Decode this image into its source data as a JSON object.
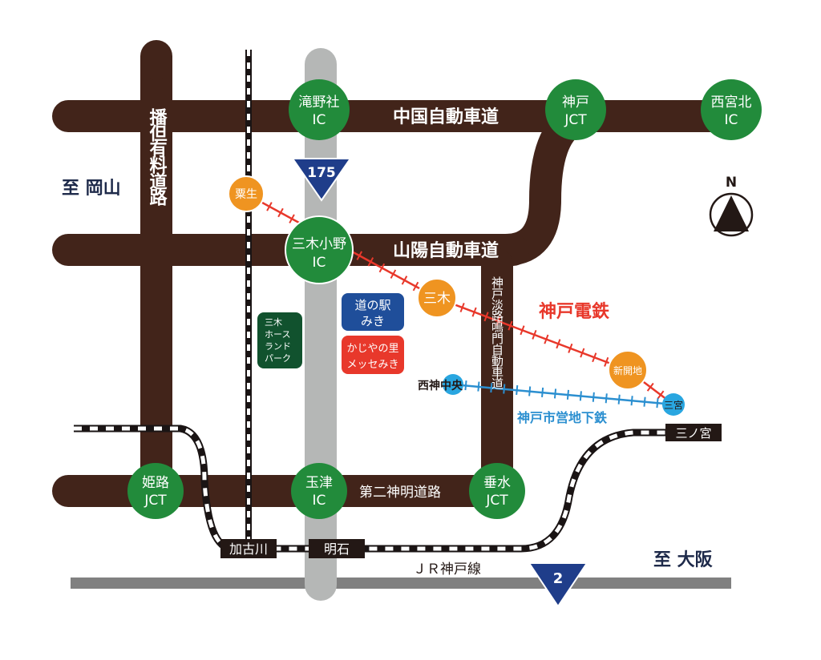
{
  "colors": {
    "road": "#42241a",
    "ic": "#228b3b",
    "kobe_dentetsu": "#e8382b",
    "station_orange": "#ef9421",
    "subway": "#2b8fd0",
    "national_route": "#b5b7b6",
    "route_badge": "#1f3d8a"
  },
  "roads": {
    "chugoku": "中国自動車道",
    "sanyo": "山陽自動車道",
    "bantan": "播但有料道路",
    "kobe_awaji": "神戸淡路鳴門自動車道",
    "daini_shinmei": "第二神明道路"
  },
  "interchanges": [
    {
      "l1": "滝野社",
      "l2": "IC"
    },
    {
      "l1": "神戸",
      "l2": "JCT"
    },
    {
      "l1": "西宮北",
      "l2": "IC"
    },
    {
      "l1": "三木小野",
      "l2": "IC"
    },
    {
      "l1": "姫路",
      "l2": "JCT"
    },
    {
      "l1": "玉津",
      "l2": "IC"
    },
    {
      "l1": "垂水",
      "l2": "JCT"
    }
  ],
  "routes": {
    "r175": "175",
    "r2": "2"
  },
  "directions": {
    "okayama": "至 岡山",
    "osaka": "至 大阪"
  },
  "compass": "N",
  "kobe_dentetsu": {
    "name": "神戸電鉄",
    "stations": [
      "粟生",
      "三木",
      "新開地"
    ]
  },
  "subway": {
    "name": "神戸市営地下鉄",
    "stations": [
      "西神中央",
      "三宮"
    ]
  },
  "jr": {
    "name": "ＪＲ神戸線",
    "stations": [
      "加古川",
      "明石",
      "三ノ宮"
    ]
  },
  "landmarks": {
    "michinoeki": [
      "道の駅",
      "みき"
    ],
    "kajiya": [
      "かじやの里",
      "メッセみき"
    ],
    "horseland": [
      "三木",
      "ホース",
      "ランド",
      "パーク"
    ]
  }
}
